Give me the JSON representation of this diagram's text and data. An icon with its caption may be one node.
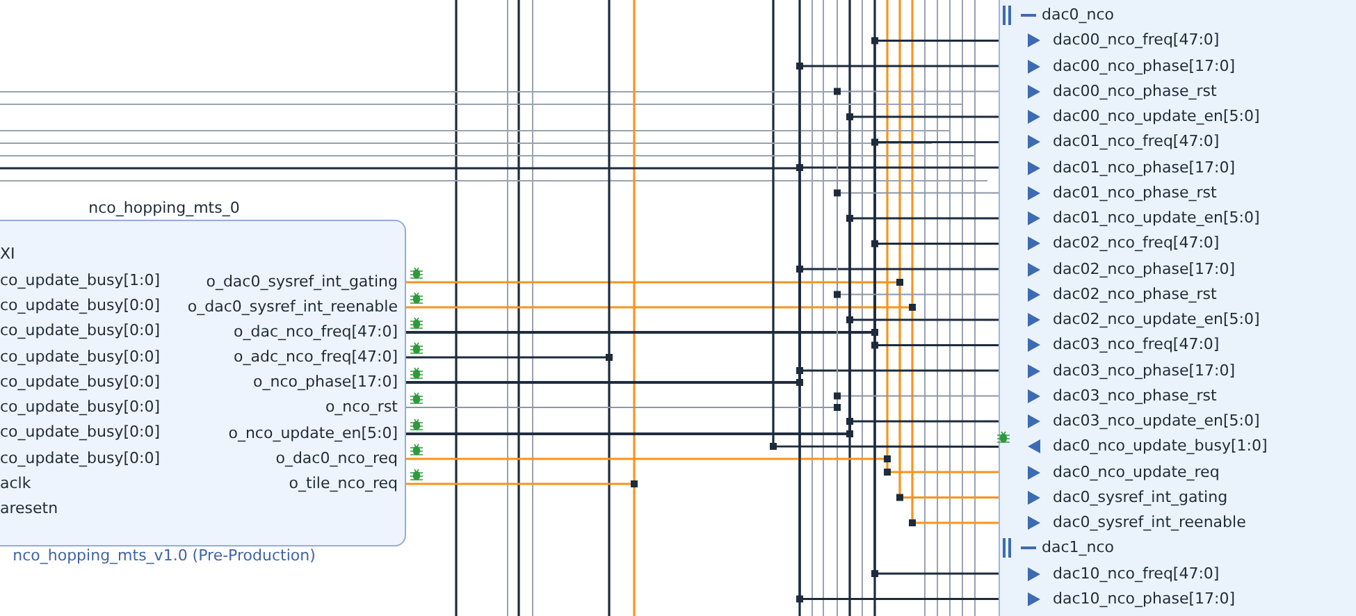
{
  "diagram": {
    "nodes": [
      {
        "text": [
          "nco_hopping_mts_0",
          "nco_hopping_mts_v1.0 (Pre-Production)"
        ]
      },
      {
        "text": [
          "XI"
        ],
        "in": 0
      },
      {
        "text": [
          "co_update_busy[1:0]"
        ],
        "in": 0
      },
      {
        "text": [
          "co_update_busy[0:0]"
        ],
        "in": 0
      },
      {
        "text": [
          "co_update_busy[0:0]"
        ],
        "in": 0
      },
      {
        "text": [
          "co_update_busy[0:0]"
        ],
        "in": 0
      },
      {
        "text": [
          "co_update_busy[0:0]"
        ],
        "in": 0
      },
      {
        "text": [
          "co_update_busy[0:0]"
        ],
        "in": 0
      },
      {
        "text": [
          "co_update_busy[0:0]"
        ],
        "in": 0
      },
      {
        "text": [
          "co_update_busy[0:0]"
        ],
        "in": 0
      },
      {
        "text": [
          "aclk"
        ],
        "in": 0
      },
      {
        "text": [
          "aresetn"
        ],
        "in": 0
      },
      {
        "text": [
          "o_dac0_sysref_int_gating"
        ],
        "in": 0
      },
      {
        "text": [
          "o_dac0_sysref_int_reenable"
        ],
        "in": 0
      },
      {
        "text": [
          "o_dac_nco_freq[47:0]"
        ],
        "in": 0
      },
      {
        "text": [
          "o_adc_nco_freq[47:0]"
        ],
        "in": 0
      },
      {
        "text": [
          "o_nco_phase[17:0]"
        ],
        "in": 0
      },
      {
        "text": [
          "o_nco_rst"
        ],
        "in": 0
      },
      {
        "text": [
          "o_nco_update_en[5:0]"
        ],
        "in": 0
      },
      {
        "text": [
          "o_dac0_nco_req"
        ],
        "in": 0
      },
      {
        "text": [
          "o_tile_nco_req"
        ],
        "in": 0
      },
      {
        "text": [
          "dac0_nco"
        ]
      },
      {
        "text": [
          "dac00_nco_freq[47:0]"
        ]
      },
      {
        "text": [
          "dac00_nco_phase[17:0]"
        ]
      },
      {
        "text": [
          "dac00_nco_phase_rst"
        ]
      },
      {
        "text": [
          "dac00_nco_update_en[5:0]"
        ]
      },
      {
        "text": [
          "dac01_nco_freq[47:0]"
        ]
      },
      {
        "text": [
          "dac01_nco_phase[17:0]"
        ]
      },
      {
        "text": [
          "dac01_nco_phase_rst"
        ]
      },
      {
        "text": [
          "dac01_nco_update_en[5:0]"
        ]
      },
      {
        "text": [
          "dac02_nco_freq[47:0]"
        ]
      },
      {
        "text": [
          "dac02_nco_phase[17:0]"
        ]
      },
      {
        "text": [
          "dac02_nco_phase_rst"
        ]
      },
      {
        "text": [
          "dac02_nco_update_en[5:0]"
        ]
      },
      {
        "text": [
          "dac03_nco_freq[47:0]"
        ]
      },
      {
        "text": [
          "dac03_nco_phase[17:0]"
        ]
      },
      {
        "text": [
          "dac03_nco_phase_rst"
        ]
      },
      {
        "text": [
          "dac03_nco_update_en[5:0]"
        ]
      },
      {
        "text": [
          "dac0_nco_update_busy[1:0]"
        ]
      },
      {
        "text": [
          "dac0_nco_update_req"
        ]
      },
      {
        "text": [
          "dac0_sysref_int_gating"
        ]
      },
      {
        "text": [
          "dac0_sysref_int_reenable"
        ]
      },
      {
        "text": [
          "dac1_nco"
        ]
      },
      {
        "text": [
          "dac10_nco_freq[47:0]"
        ]
      },
      {
        "text": [
          "dac10_nco_phase[17:0]"
        ]
      }
    ],
    "edges": [
      {
        "from": 12,
        "to": 40,
        "arrow": "none",
        "color": "#f7941d"
      },
      {
        "from": 13,
        "to": 41,
        "arrow": "none",
        "color": "#f7941d"
      },
      {
        "from": 19,
        "to": 39,
        "arrow": "none",
        "color": "#f7941d"
      },
      {
        "from": 20,
        "to": null,
        "arrow": "none",
        "color": "#f7941d"
      },
      {
        "from": 14,
        "to": 22,
        "arrow": "none"
      },
      {
        "from": 14,
        "to": 26,
        "arrow": "none"
      },
      {
        "from": 14,
        "to": 30,
        "arrow": "none"
      },
      {
        "from": 14,
        "to": 34,
        "arrow": "none"
      },
      {
        "from": 14,
        "to": 43,
        "arrow": "none"
      },
      {
        "from": 15,
        "to": null,
        "arrow": "none"
      },
      {
        "from": 16,
        "to": 23,
        "arrow": "none"
      },
      {
        "from": 16,
        "to": 27,
        "arrow": "none"
      },
      {
        "from": 16,
        "to": 31,
        "arrow": "none"
      },
      {
        "from": 16,
        "to": 35,
        "arrow": "none"
      },
      {
        "from": 16,
        "to": 44,
        "arrow": "none"
      },
      {
        "from": 17,
        "to": 24,
        "arrow": "none",
        "color": "#8c96a4"
      },
      {
        "from": 17,
        "to": 28,
        "arrow": "none",
        "color": "#8c96a4"
      },
      {
        "from": 17,
        "to": 32,
        "arrow": "none",
        "color": "#8c96a4"
      },
      {
        "from": 17,
        "to": 36,
        "arrow": "none",
        "color": "#8c96a4"
      },
      {
        "from": 18,
        "to": 25,
        "arrow": "none"
      },
      {
        "from": 18,
        "to": 29,
        "arrow": "none"
      },
      {
        "from": 18,
        "to": 33,
        "arrow": "none"
      },
      {
        "from": 18,
        "to": 37,
        "arrow": "none"
      },
      {
        "from": 38,
        "to": null,
        "arrow": "none"
      }
    ]
  }
}
